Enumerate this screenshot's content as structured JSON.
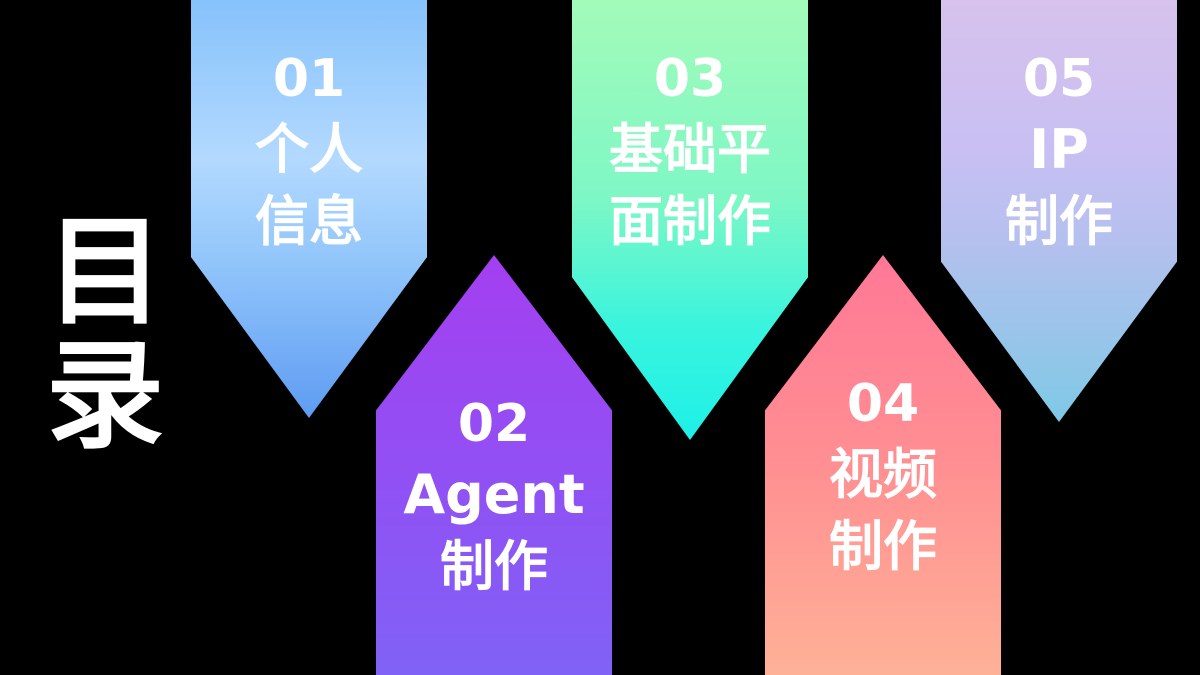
{
  "title": {
    "line1": "目",
    "line2": "录"
  },
  "items": [
    {
      "num": "01",
      "lines": [
        "个人",
        "信息"
      ]
    },
    {
      "num": "02",
      "lines": [
        "Agent",
        "制作"
      ]
    },
    {
      "num": "03",
      "lines": [
        "基础平",
        "面制作"
      ]
    },
    {
      "num": "04",
      "lines": [
        "视频",
        "制作"
      ]
    },
    {
      "num": "05",
      "lines": [
        "IP",
        "制作"
      ]
    }
  ]
}
